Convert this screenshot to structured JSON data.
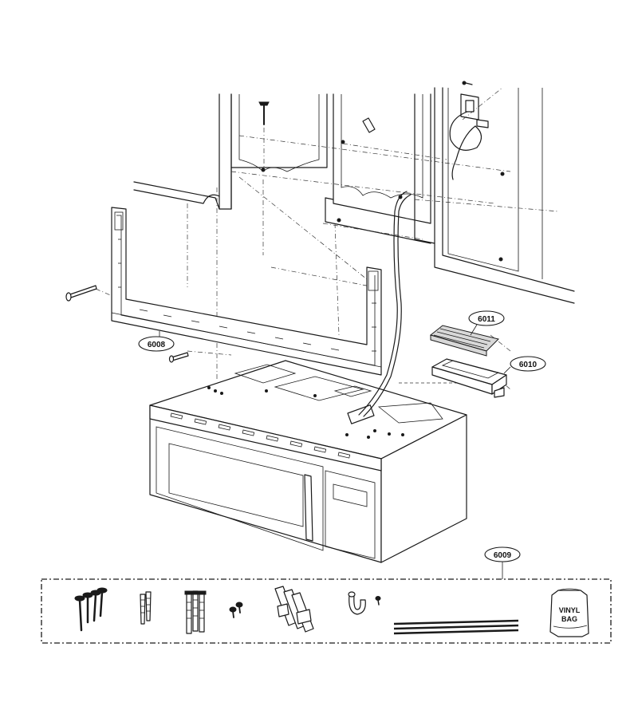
{
  "callouts": {
    "part_6008": "6008",
    "part_6009": "6009",
    "part_6010": "6010",
    "part_6011": "6011"
  },
  "kit": {
    "bag_line1": "VINYL",
    "bag_line2": "BAG"
  }
}
